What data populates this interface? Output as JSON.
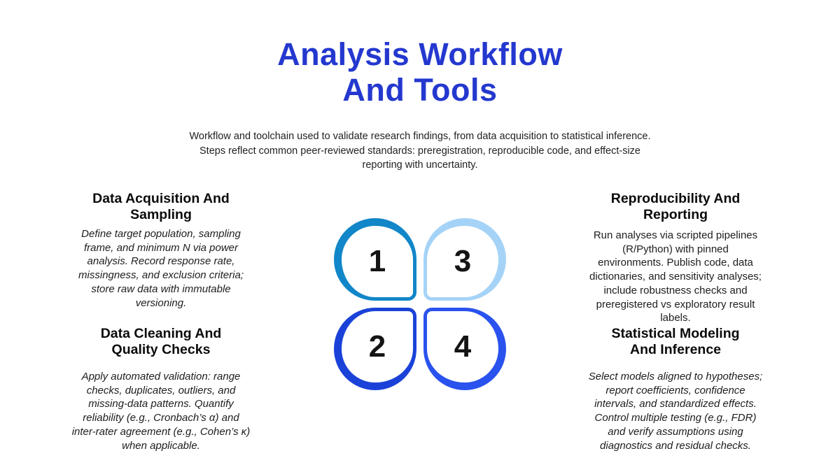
{
  "title": {
    "text": "Analysis Workflow\nAnd Tools",
    "color": "#2438cf"
  },
  "subtitle": "Workflow and toolchain used to validate research findings, from data acquisition to statistical inference.\nSteps reflect common peer-reviewed standards: preregistration, reproducible code, and effect-size\nreporting with uncertainty.",
  "steps": [
    {
      "number": "1",
      "heading": "Data Acquisition And\nSampling",
      "body": "Define target population, sampling\nframe, and minimum N via power\nanalysis. Record response rate,\nmissingness, and exclusion criteria;\nstore raw data with immutable\nversioning.",
      "body_style": "italic",
      "petal_color": "#1186c8"
    },
    {
      "number": "2",
      "heading": "Data Cleaning And\nQuality Checks",
      "body": "Apply automated validation: range\nchecks, duplicates, outliers, and\nmissing-data patterns. Quantify\nreliability (e.g., Cronbach’s α) and\ninter-rater agreement (e.g., Cohen’s κ)\nwhen applicable.",
      "body_style": "italic",
      "petal_color": "#1b42d8"
    },
    {
      "number": "3",
      "heading": "Reproducibility And\nReporting",
      "body": "Run analyses via scripted pipelines\n(R/Python) with pinned\nenvironments. Publish code, data\ndictionaries, and sensitivity analyses;\ninclude robustness checks and\npreregistered vs exploratory result\nlabels.",
      "body_style": "normal",
      "petal_color": "#a5d3f7"
    },
    {
      "number": "4",
      "heading": "Statistical Modeling\nAnd Inference",
      "body": "Select models aligned to hypotheses;\nreport coefficients, confidence\nintervals, and standardized effects.\nControl multiple testing (e.g., FDR)\nand verify assumptions using\ndiagnostics and residual checks.",
      "body_style": "italic",
      "petal_color": "#2a52ee"
    }
  ]
}
